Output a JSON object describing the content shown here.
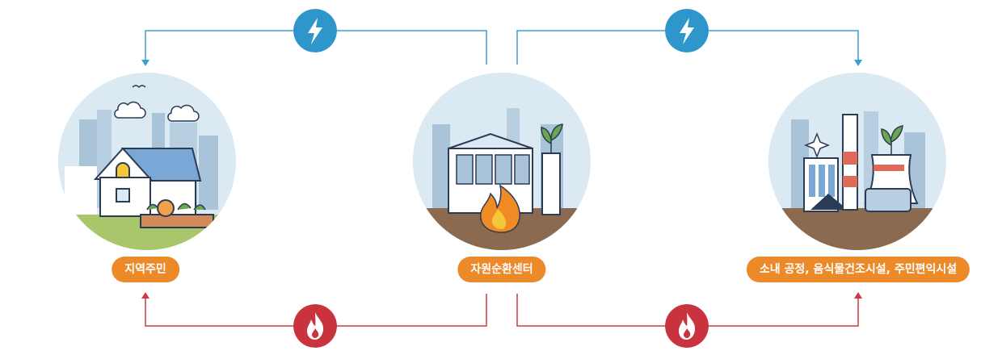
{
  "nodes": [
    {
      "id": "residents",
      "label": "지역주민"
    },
    {
      "id": "center",
      "label": "자원순환센터"
    },
    {
      "id": "facilities",
      "label": "소내 공정, 음식물건조시설, 주민편익시설"
    }
  ],
  "edges": [
    {
      "from": "center",
      "to": "residents",
      "kind": "electricity",
      "icon": "lightning-icon"
    },
    {
      "from": "center",
      "to": "facilities",
      "kind": "electricity",
      "icon": "lightning-icon"
    },
    {
      "from": "center",
      "to": "residents",
      "kind": "heat",
      "icon": "flame-icon"
    },
    {
      "from": "center",
      "to": "facilities",
      "kind": "heat",
      "icon": "flame-icon"
    }
  ],
  "colors": {
    "electricity_line": "#3b9fcf",
    "electricity_badge": "#2f96cb",
    "heat_line": "#cc3b44",
    "heat_badge": "#c9333d",
    "label_bg": "#ec8a2a",
    "circle_sky": "#dbe9f3",
    "ground_green": "#a9c76a",
    "ground_brown": "#8b6a4f"
  }
}
